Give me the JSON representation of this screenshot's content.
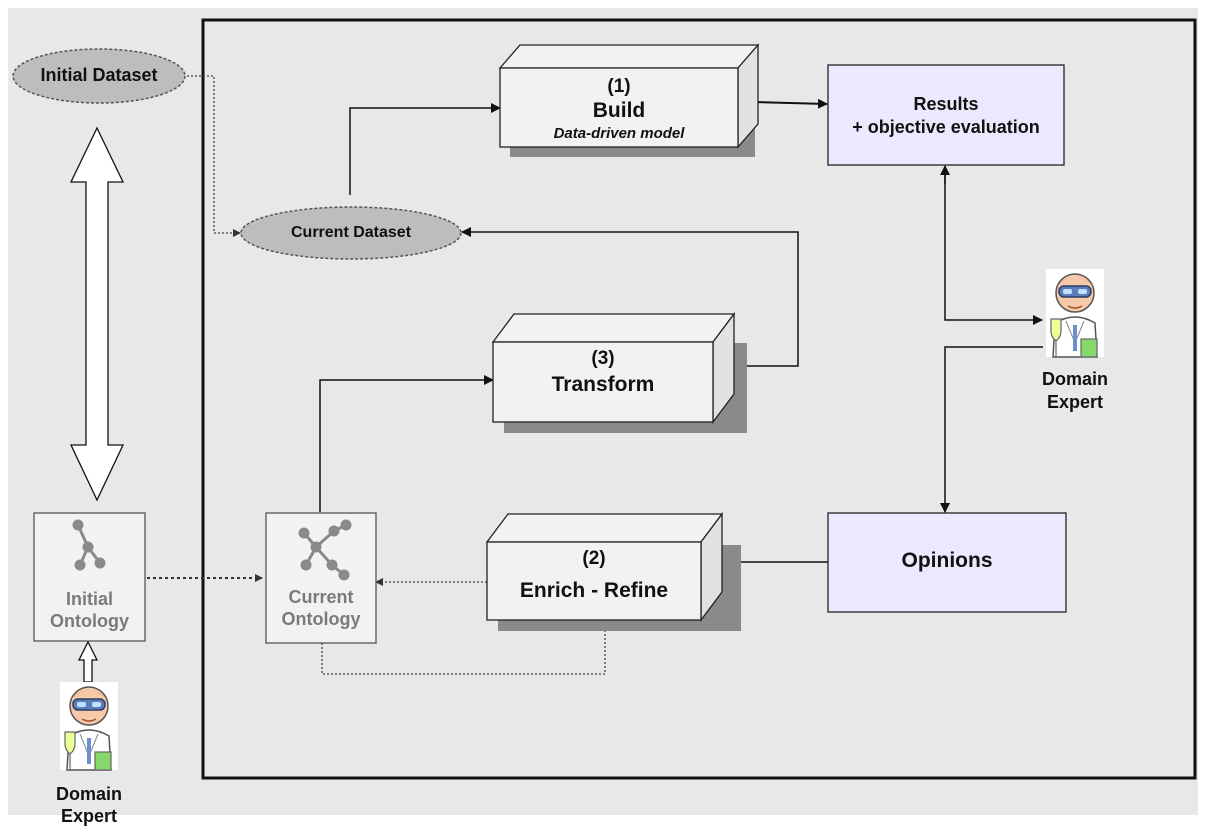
{
  "initial_dataset": "Initial Dataset",
  "current_dataset": "Current Dataset",
  "build": {
    "number": "(1)",
    "title": "Build",
    "subtitle": "Data-driven model"
  },
  "transform": {
    "number": "(3)",
    "title": "Transform"
  },
  "enrich": {
    "number": "(2)",
    "title": "Enrich - Refine"
  },
  "results": {
    "line1": "Results",
    "line2": "+ objective evaluation"
  },
  "opinions": "Opinions",
  "expert_right": {
    "line1": "Domain",
    "line2": "Expert"
  },
  "expert_left": {
    "line1": "Domain",
    "line2": "Expert"
  },
  "initial_ontology": {
    "line1": "Initial",
    "line2": "Ontology"
  },
  "current_ontology": {
    "line1": "Current",
    "line2": "Ontology"
  },
  "colors": {
    "background": "#e8e8e8",
    "box_face": "#f2f2f2",
    "box_shadow": "#8a8a8a",
    "lavender": "#ebe9fd",
    "ellipse": "#bdbdbd",
    "ontology_node": "#8a8a8a"
  }
}
